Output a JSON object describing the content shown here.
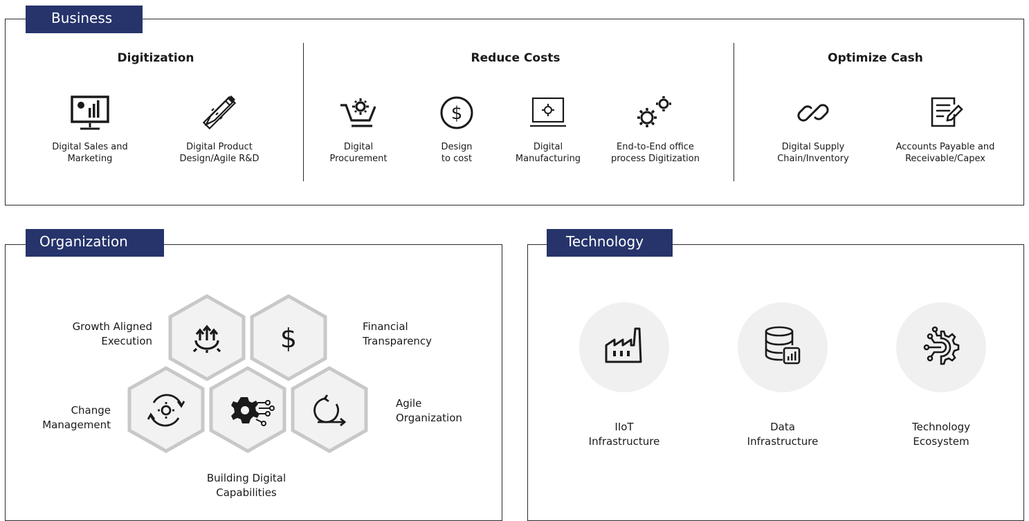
{
  "business": {
    "tab": "Business",
    "categories": [
      {
        "title": "Digitization",
        "items": [
          {
            "icon": "monitor-chart-icon",
            "label": "Digital Sales and\nMarketing"
          },
          {
            "icon": "pencil-ruler-icon",
            "label": "Digital Product\nDesign/Agile R&D"
          }
        ]
      },
      {
        "title": "Reduce Costs",
        "items": [
          {
            "icon": "cart-gear-icon",
            "label": "Digital\nProcurement"
          },
          {
            "icon": "dollar-circle-icon",
            "label": "Design\nto cost"
          },
          {
            "icon": "laptop-gear-icon",
            "label": "Digital\nManufacturing"
          },
          {
            "icon": "gears-icon",
            "label": "End-to-End office\nprocess Digitization"
          }
        ]
      },
      {
        "title": "Optimize Cash",
        "items": [
          {
            "icon": "chain-link-icon",
            "label": "Digital Supply\nChain/Inventory"
          },
          {
            "icon": "document-edit-icon",
            "label": "Accounts Payable and\nReceivable/Capex"
          }
        ]
      }
    ]
  },
  "organization": {
    "tab": "Organization",
    "hexes": [
      {
        "icon": "growth-arrows-icon",
        "label": "Growth Aligned\nExecution"
      },
      {
        "icon": "dollar-sign-icon",
        "label": "Financial\nTransparency"
      },
      {
        "icon": "gear-cycle-icon",
        "label": "Change\nManagement"
      },
      {
        "icon": "digital-gear-icon",
        "label": "Building Digital\nCapabilities"
      },
      {
        "icon": "cycle-arrow-icon",
        "label": "Agile\nOrganization"
      }
    ]
  },
  "technology": {
    "tab": "Technology",
    "items": [
      {
        "icon": "factory-icon",
        "label": "IIoT\nInfrastructure"
      },
      {
        "icon": "database-chart-icon",
        "label": "Data\nInfrastructure"
      },
      {
        "icon": "circuit-gear-icon",
        "label": "Technology\nEcosystem"
      }
    ]
  },
  "colors": {
    "accent": "#26346b",
    "border": "#2a2a2a",
    "hex_outline": "#c8c8c8",
    "hex_fill": "#f2f2f2",
    "circle_fill": "#f0f0f0"
  }
}
